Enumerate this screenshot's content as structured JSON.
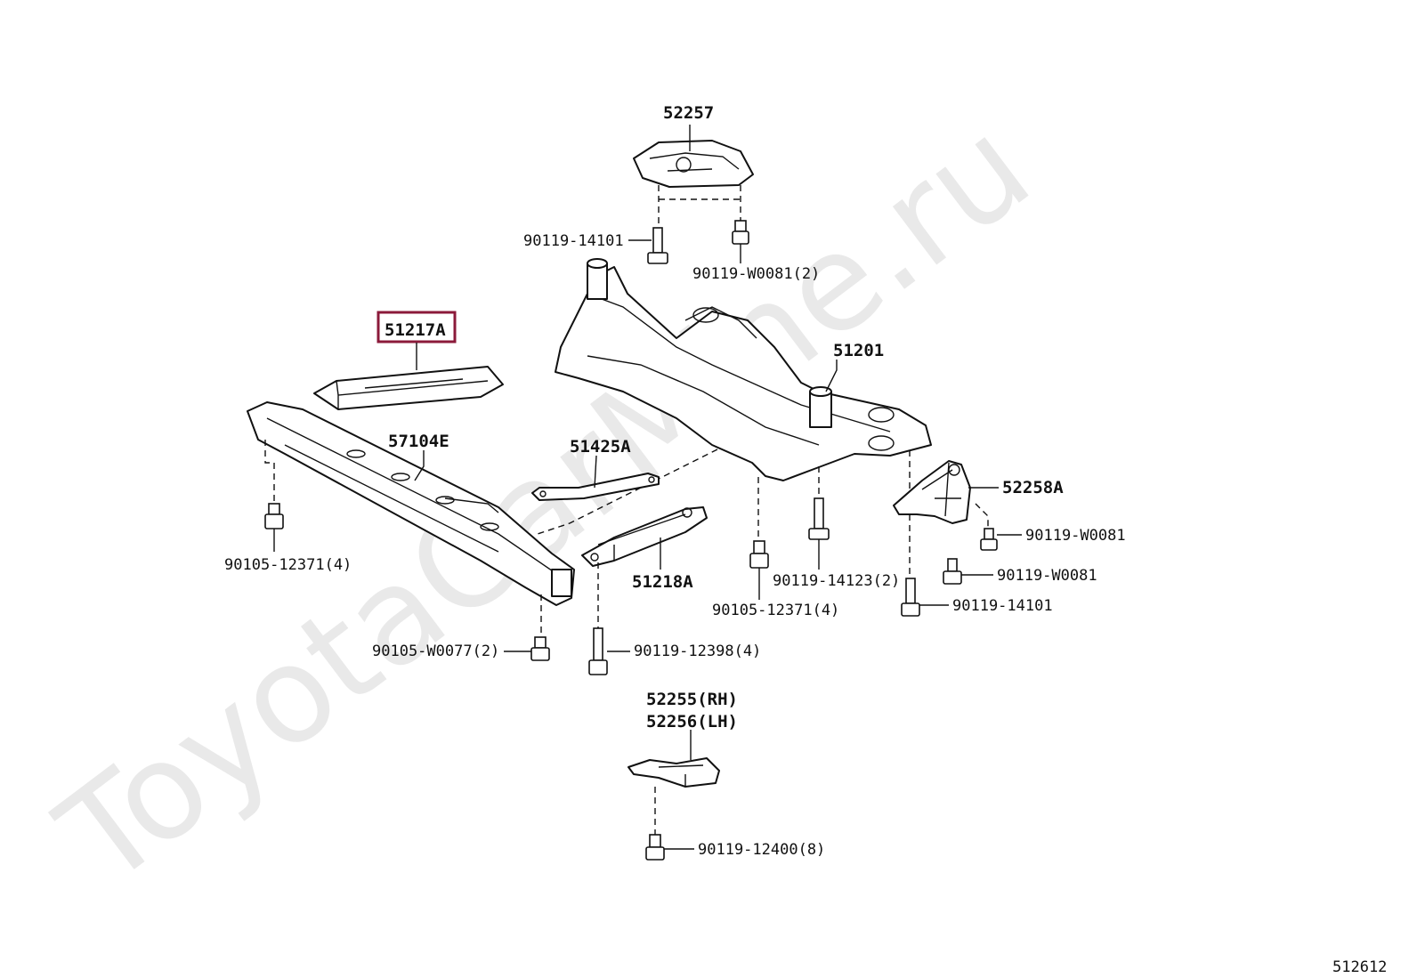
{
  "watermark": "ToyotaCarMine.ru",
  "diagram_code": "512612",
  "highlight": {
    "part": "51217A",
    "color": "#8b1a3a"
  },
  "labels": {
    "p52257": "52257",
    "b90119_14101_top": "90119-14101",
    "b90119_W0081_2": "90119-W0081(2)",
    "p51217A": "51217A",
    "p51201": "51201",
    "p57104E": "57104E",
    "p51425A": "51425A",
    "p52258A": "52258A",
    "b90119_W0081_a": "90119-W0081",
    "b90119_W0081_b": "90119-W0081",
    "b90105_12371_left": "90105-12371(4)",
    "p51218A": "51218A",
    "b90119_14123": "90119-14123(2)",
    "b90105_12371_mid": "90105-12371(4)",
    "b90119_14101_right": "90119-14101",
    "b90105_W0077": "90105-W0077(2)",
    "b90119_12398": "90119-12398(4)",
    "p52255": "52255(RH)",
    "p52256": "52256(LH)",
    "b90119_12400": "90119-12400(8)"
  }
}
